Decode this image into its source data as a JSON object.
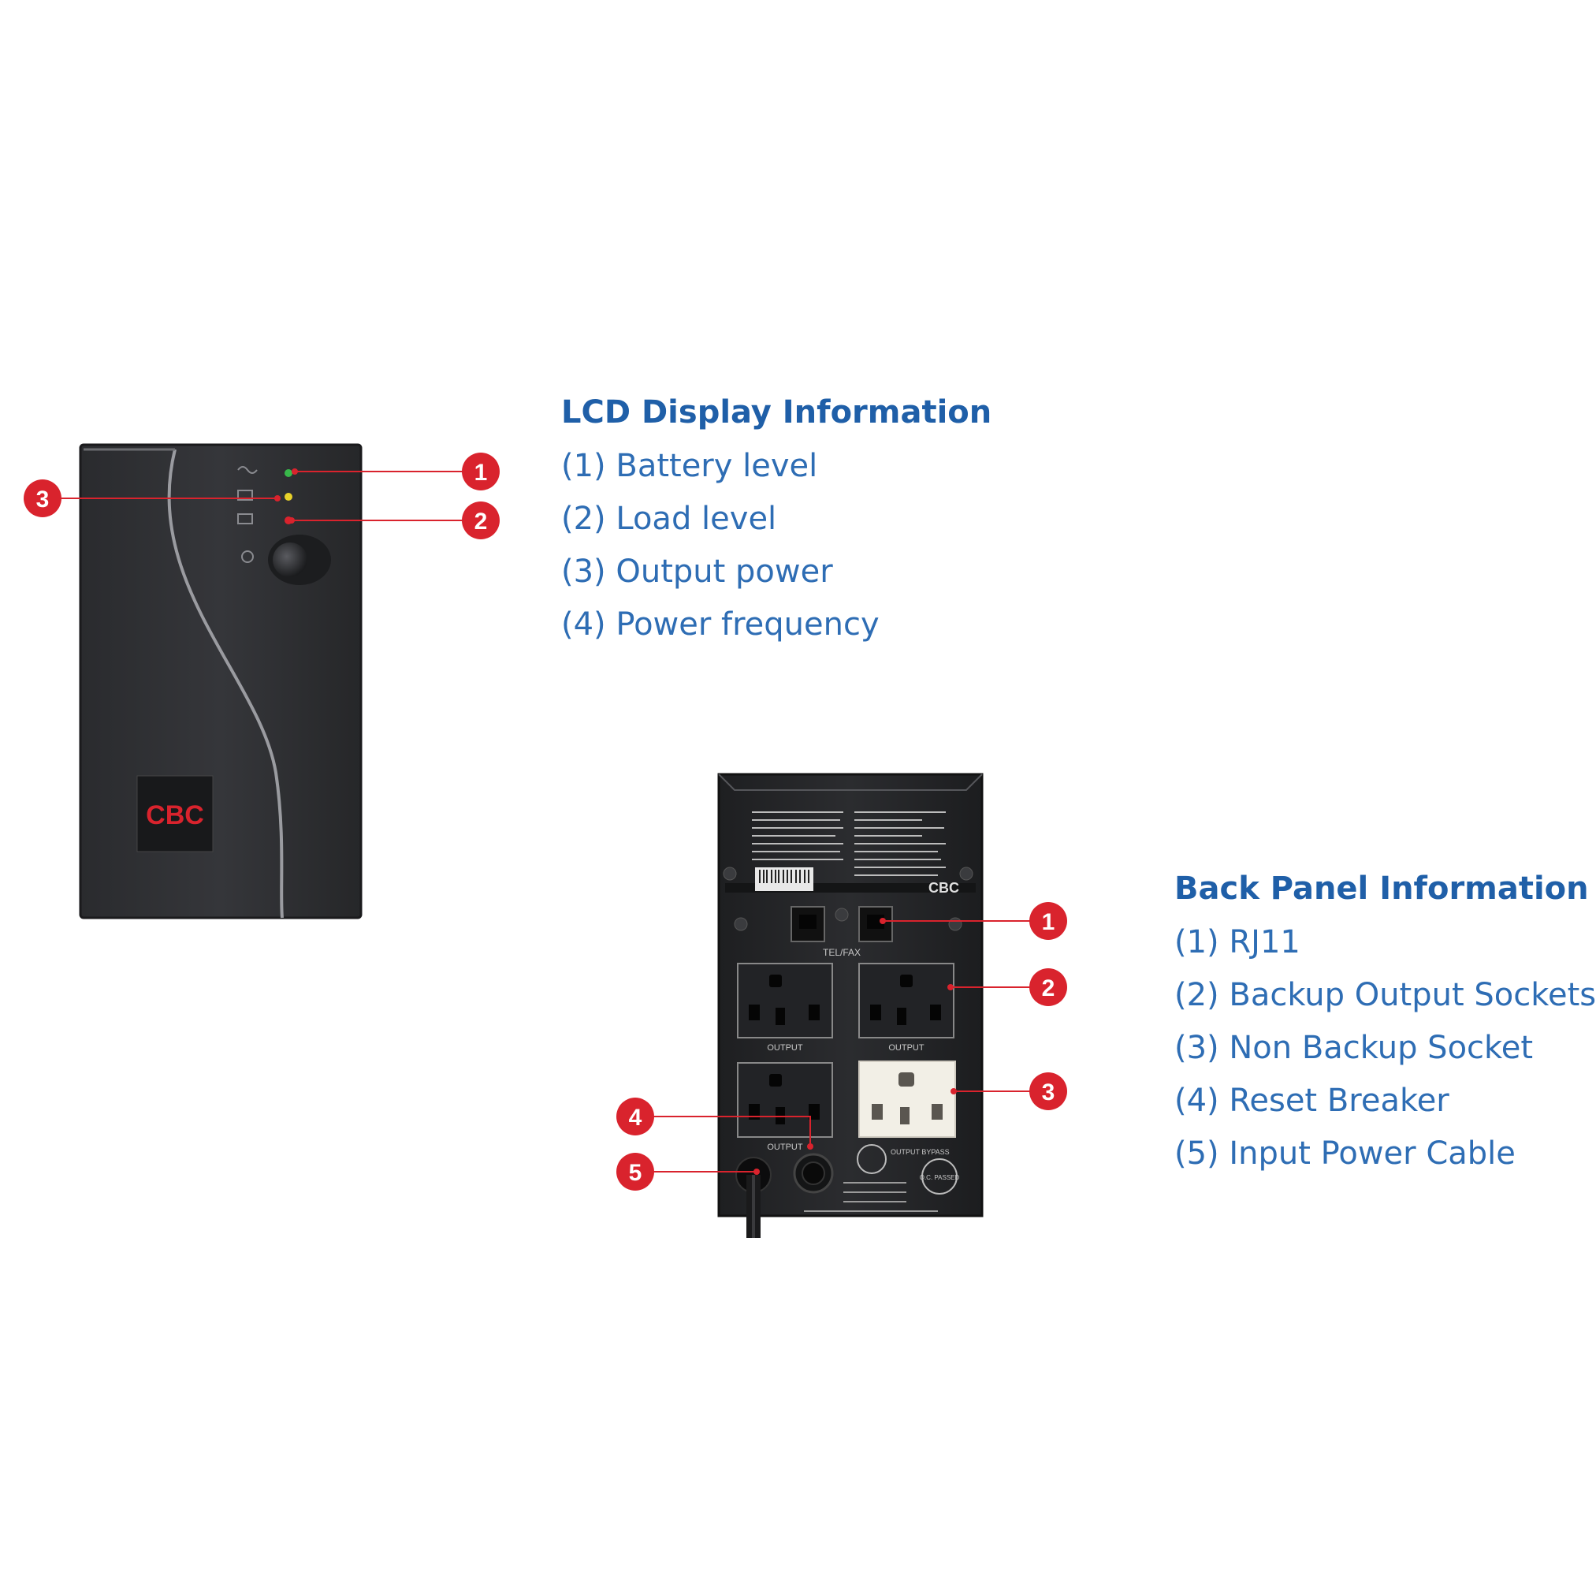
{
  "lcd_panel": {
    "title": "LCD Display Information",
    "items": [
      "(1) Battery level",
      "(2) Load level",
      "(3) Output power",
      "(4) Power frequency"
    ],
    "callouts": [
      "1",
      "2",
      "3"
    ]
  },
  "back_panel": {
    "title": "Back Panel Information",
    "items": [
      "(1) RJ11",
      "(2) Backup Output Sockets",
      "(3) Non Backup Socket",
      "(4) Reset Breaker",
      "(5) Input Power Cable"
    ],
    "callouts": [
      "1",
      "2",
      "3",
      "4",
      "5"
    ],
    "labels": {
      "tel_fax": "TEL/FAX",
      "output": "OUTPUT",
      "output_bypass": "OUTPUT BYPASS",
      "qc": "Q.C. PASSED",
      "brand": "CBC"
    }
  },
  "front_logo": "CBC",
  "colors": {
    "heading": "#1f5fa8",
    "text": "#2e6db4",
    "callout": "#d9232d",
    "ups_body": "#2c2d30"
  }
}
